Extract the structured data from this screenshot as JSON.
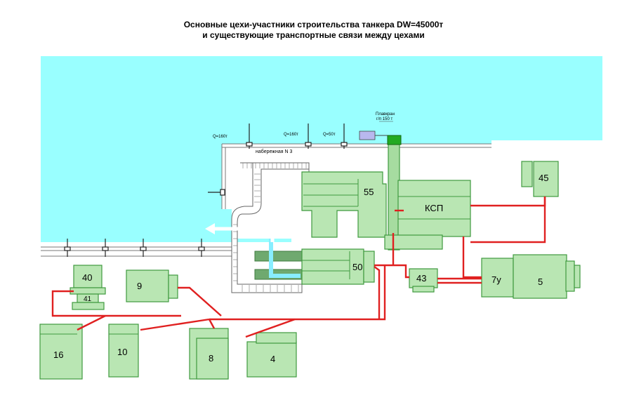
{
  "title": {
    "line1": "Основные цехи-участники строительства танкера DW=45000т",
    "line2": "и существующие транспортные связи между цехами"
  },
  "quay": {
    "label": "набережная  N 3"
  },
  "cranes": [
    {
      "label": "Q=160т"
    },
    {
      "label": "Q=160т"
    },
    {
      "label": "Q=50т"
    }
  ],
  "floating_crane": {
    "line1": "Плавкран",
    "line2": "г/п 150 т"
  },
  "workshops": {
    "w55": "55",
    "ksp": "КСП",
    "w45": "45",
    "w50": "50",
    "w43": "43",
    "w7u": "7у",
    "w5": "5",
    "w40": "40",
    "w41": "41",
    "w9": "9",
    "w16": "16",
    "w10": "10",
    "w8": "8",
    "w4": "4"
  },
  "colors": {
    "water": "#99ffff",
    "workshop_fill": "#b9e6b3",
    "workshop_stroke": "#3f9a3f",
    "route": "#e02020",
    "flow_arrow": "#ffffff"
  }
}
